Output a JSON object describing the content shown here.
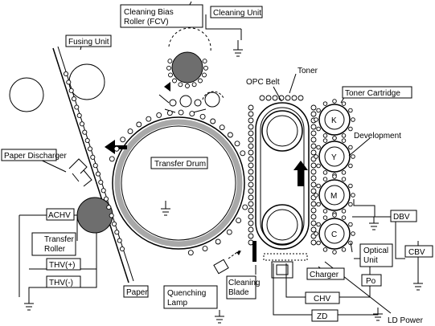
{
  "labels": {
    "cleaning_bias_roller_l1": "Cleaning Bias",
    "cleaning_bias_roller_l2": "Roller (FCV)",
    "cleaning_unit": "Cleaning Unit",
    "fusing_unit": "Fusing Unit",
    "toner": "Toner",
    "opc_belt": "OPC Belt",
    "toner_cartridge": "Toner Cartridge",
    "k": "K",
    "y": "Y",
    "m": "M",
    "c": "C",
    "development": "Development",
    "paper_discharger": "Paper Discharger",
    "transfer_drum": "Transfer Drum",
    "achv": "ACHV",
    "transfer_roller_l1": "Transfer",
    "transfer_roller_l2": "Roller",
    "thv_plus": "THV(+)",
    "thv_minus": "THV(-)",
    "dbv": "DBV",
    "cbv": "CBV",
    "optical_unit_l1": "Optical",
    "optical_unit_l2": "Unit",
    "charger": "Charger",
    "po": "Po",
    "paper": "Paper",
    "quenching_lamp_l1": "Quenching",
    "quenching_lamp_l2": "Lamp",
    "cleaning_blade_l1": "Cleaning",
    "cleaning_blade_l2": "Blade",
    "chv": "CHV",
    "zd": "ZD",
    "ld_power": "LD Power"
  },
  "colors": {
    "line": "#000000",
    "roller_fill": "#6e6e6e",
    "drum_band": "#a8a8a8",
    "background": "#ffffff"
  }
}
